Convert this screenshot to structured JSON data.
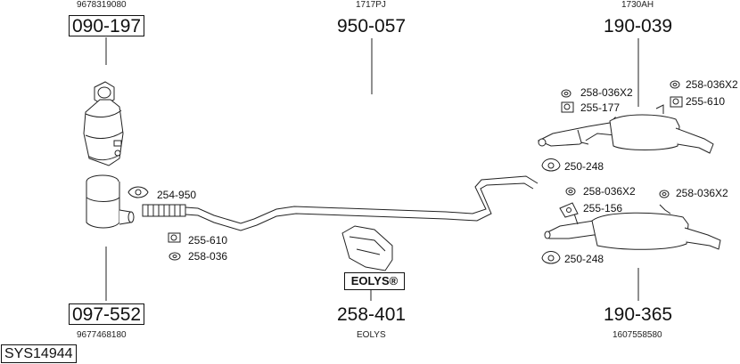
{
  "diagram": {
    "system_code": "SYS14944",
    "assemblies": {
      "dpf": {
        "oe_ref": "9678319080",
        "part_no": "090-197"
      },
      "cat": {
        "oe_ref": "9677468180",
        "part_no": "097-552"
      },
      "pipe": {
        "oe_ref": "1717PJ",
        "part_no": "950-057"
      },
      "rear_top": {
        "oe_ref": "1730AH",
        "part_no": "190-039"
      },
      "rear_bottom": {
        "oe_ref": "1607558580",
        "part_no": "190-365"
      },
      "additive": {
        "brand": "EOLYS",
        "brand_mark": "EOLYS®",
        "part_no": "258-401"
      }
    },
    "small_parts": {
      "clamp_254950": "254-950",
      "mount_255610_left": "255-610",
      "ring_258036": "258-036",
      "ring_258036x2_a": "258-036X2",
      "ring_258036x2_b": "258-036X2",
      "mount_255177": "255-177",
      "mount_255610_right": "255-610",
      "clamp_250248_top": "250-248",
      "ring_258036x2_c": "258-036X2",
      "ring_258036x2_d": "258-036X2",
      "mount_255156": "255-156",
      "clamp_250248_bottom": "250-248"
    }
  }
}
